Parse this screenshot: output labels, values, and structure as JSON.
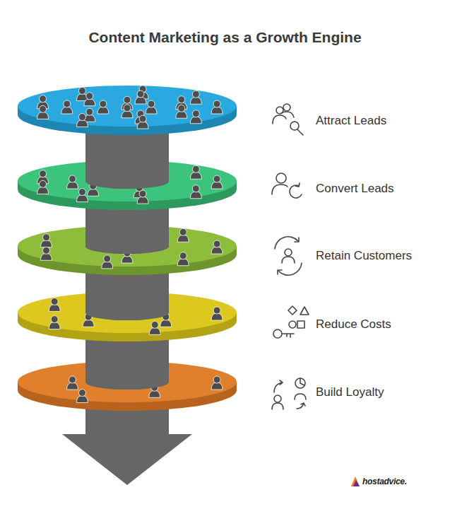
{
  "diagram": {
    "title": "Content Marketing as a Growth Engine",
    "labels": [
      "Attract Leads",
      "Convert Leads",
      "Retain Customers",
      "Reduce Costs",
      "Build Loyalty",
      "hostadvice."
    ]
  }
}
